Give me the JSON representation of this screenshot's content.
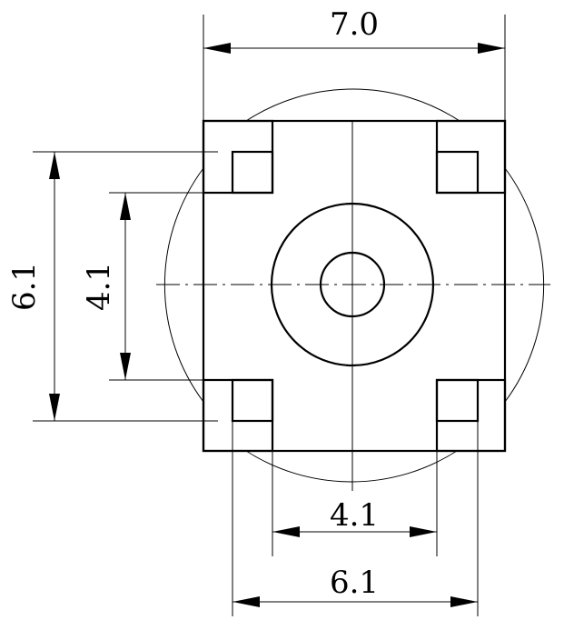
{
  "dimensions": {
    "top_width": "7.0",
    "left_outer_height": "6.1",
    "left_inner_height": "4.1",
    "bottom_inner_width": "4.1",
    "bottom_outer_width": "6.1"
  }
}
